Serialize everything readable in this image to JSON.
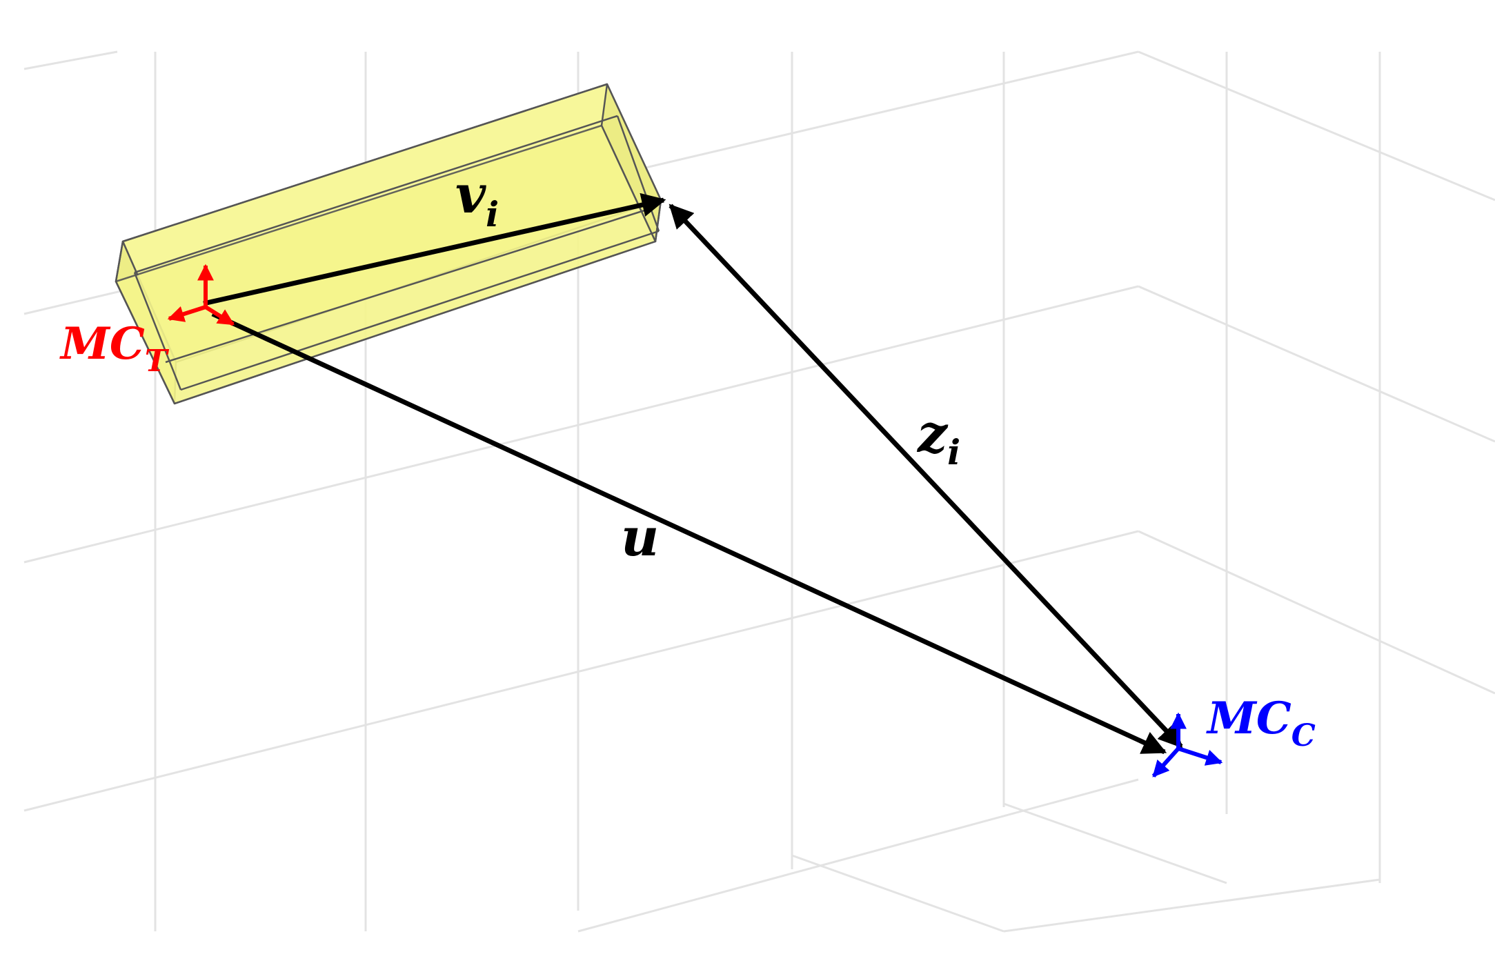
{
  "labels": {
    "v": {
      "main": "v",
      "sub": "i"
    },
    "z": {
      "main": "z",
      "sub": "i"
    },
    "u": {
      "main": "u"
    },
    "target_frame": {
      "main": "MC",
      "sub": "T"
    },
    "camera_frame": {
      "main": "MC",
      "sub": "C"
    }
  },
  "colors": {
    "target_frame": "#ff0000",
    "camera_frame": "#0000ff",
    "box_fill": "#f5f58c",
    "box_stroke": "#555555",
    "vector": "#000000",
    "grid": "#e3e3e3"
  }
}
